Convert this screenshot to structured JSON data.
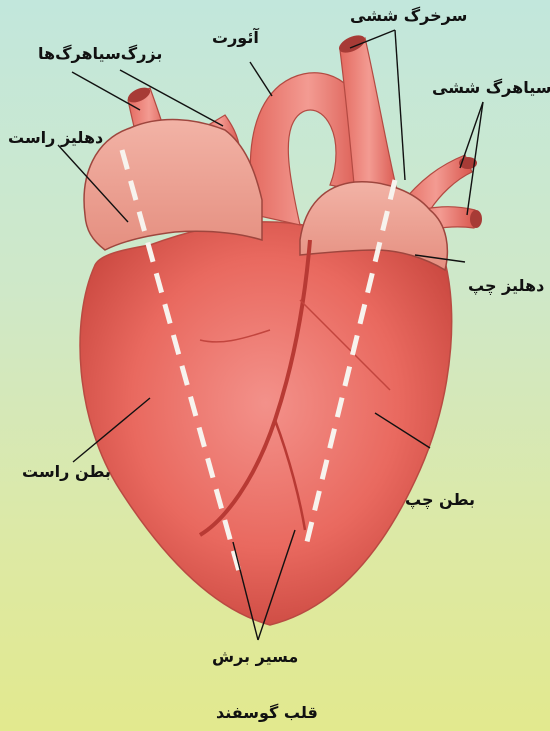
{
  "labels": {
    "pulmonary_artery": "سرخرگ ششی",
    "aorta": "آئورت",
    "vena_cava": "بزرگ‌سیاهرگ‌ها",
    "right_atrium": "دهلیز راست",
    "pulmonary_vein": "سیاهرگ ششی",
    "left_atrium": "دهلیز چپ",
    "right_ventricle": "بطن راست",
    "left_ventricle": "بطن چپ",
    "cut_path": "مسیر برش"
  },
  "caption": "قلب گوسفند"
}
